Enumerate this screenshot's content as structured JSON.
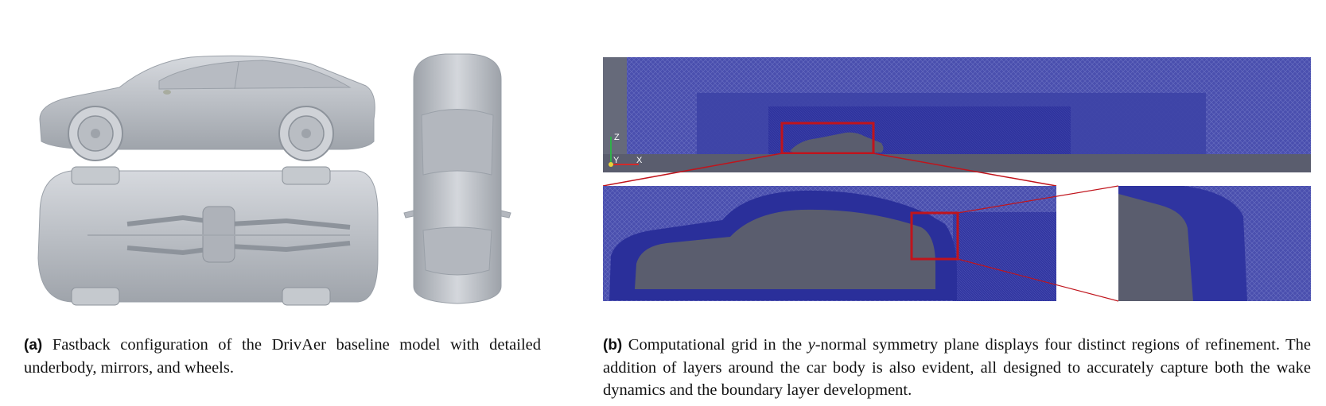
{
  "figure": {
    "panel_a": {
      "caption_tag": "(a)",
      "caption_text": "Fastback configuration of the DrivAer baseline model with detailed underbody, mirrors, and wheels."
    },
    "panel_b": {
      "caption_tag": "(b)",
      "caption_pre": "Computational grid in the ",
      "caption_var": "y",
      "caption_post": "-normal symmetry plane displays four distinct regions of refinement.  The addition of layers around the car body is also evident, all designed to accurately capture both the wake dynamics and the boundary layer development.",
      "axis_labels": {
        "z": "Z",
        "y": "Y",
        "x": "X"
      }
    },
    "colors": {
      "car_body": "#bfc3c9",
      "mesh_blue": "#3a3fa8",
      "mesh_dense": "#2a2f9a",
      "solid_gray": "#5a5d6e",
      "highlight_red": "#c0141c"
    }
  }
}
